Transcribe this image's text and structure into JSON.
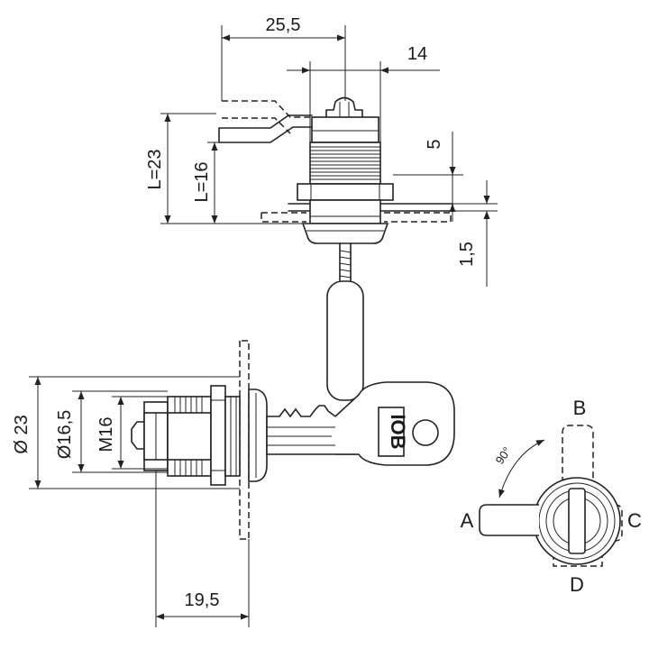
{
  "dimensions": {
    "width_25_5": "25,5",
    "width_14": "14",
    "length_23": "L=23",
    "length_16": "L=16",
    "height_5": "5",
    "thickness_1_5": "1,5",
    "diameter_23": "Ø 23",
    "diameter_16_5": "Ø16,5",
    "thread_m16": "M16",
    "length_19_5": "19,5"
  },
  "positions": {
    "a": "A",
    "b": "B",
    "c": "C",
    "d": "D"
  },
  "rotation_angle": "90°",
  "key_logo": "IOB"
}
